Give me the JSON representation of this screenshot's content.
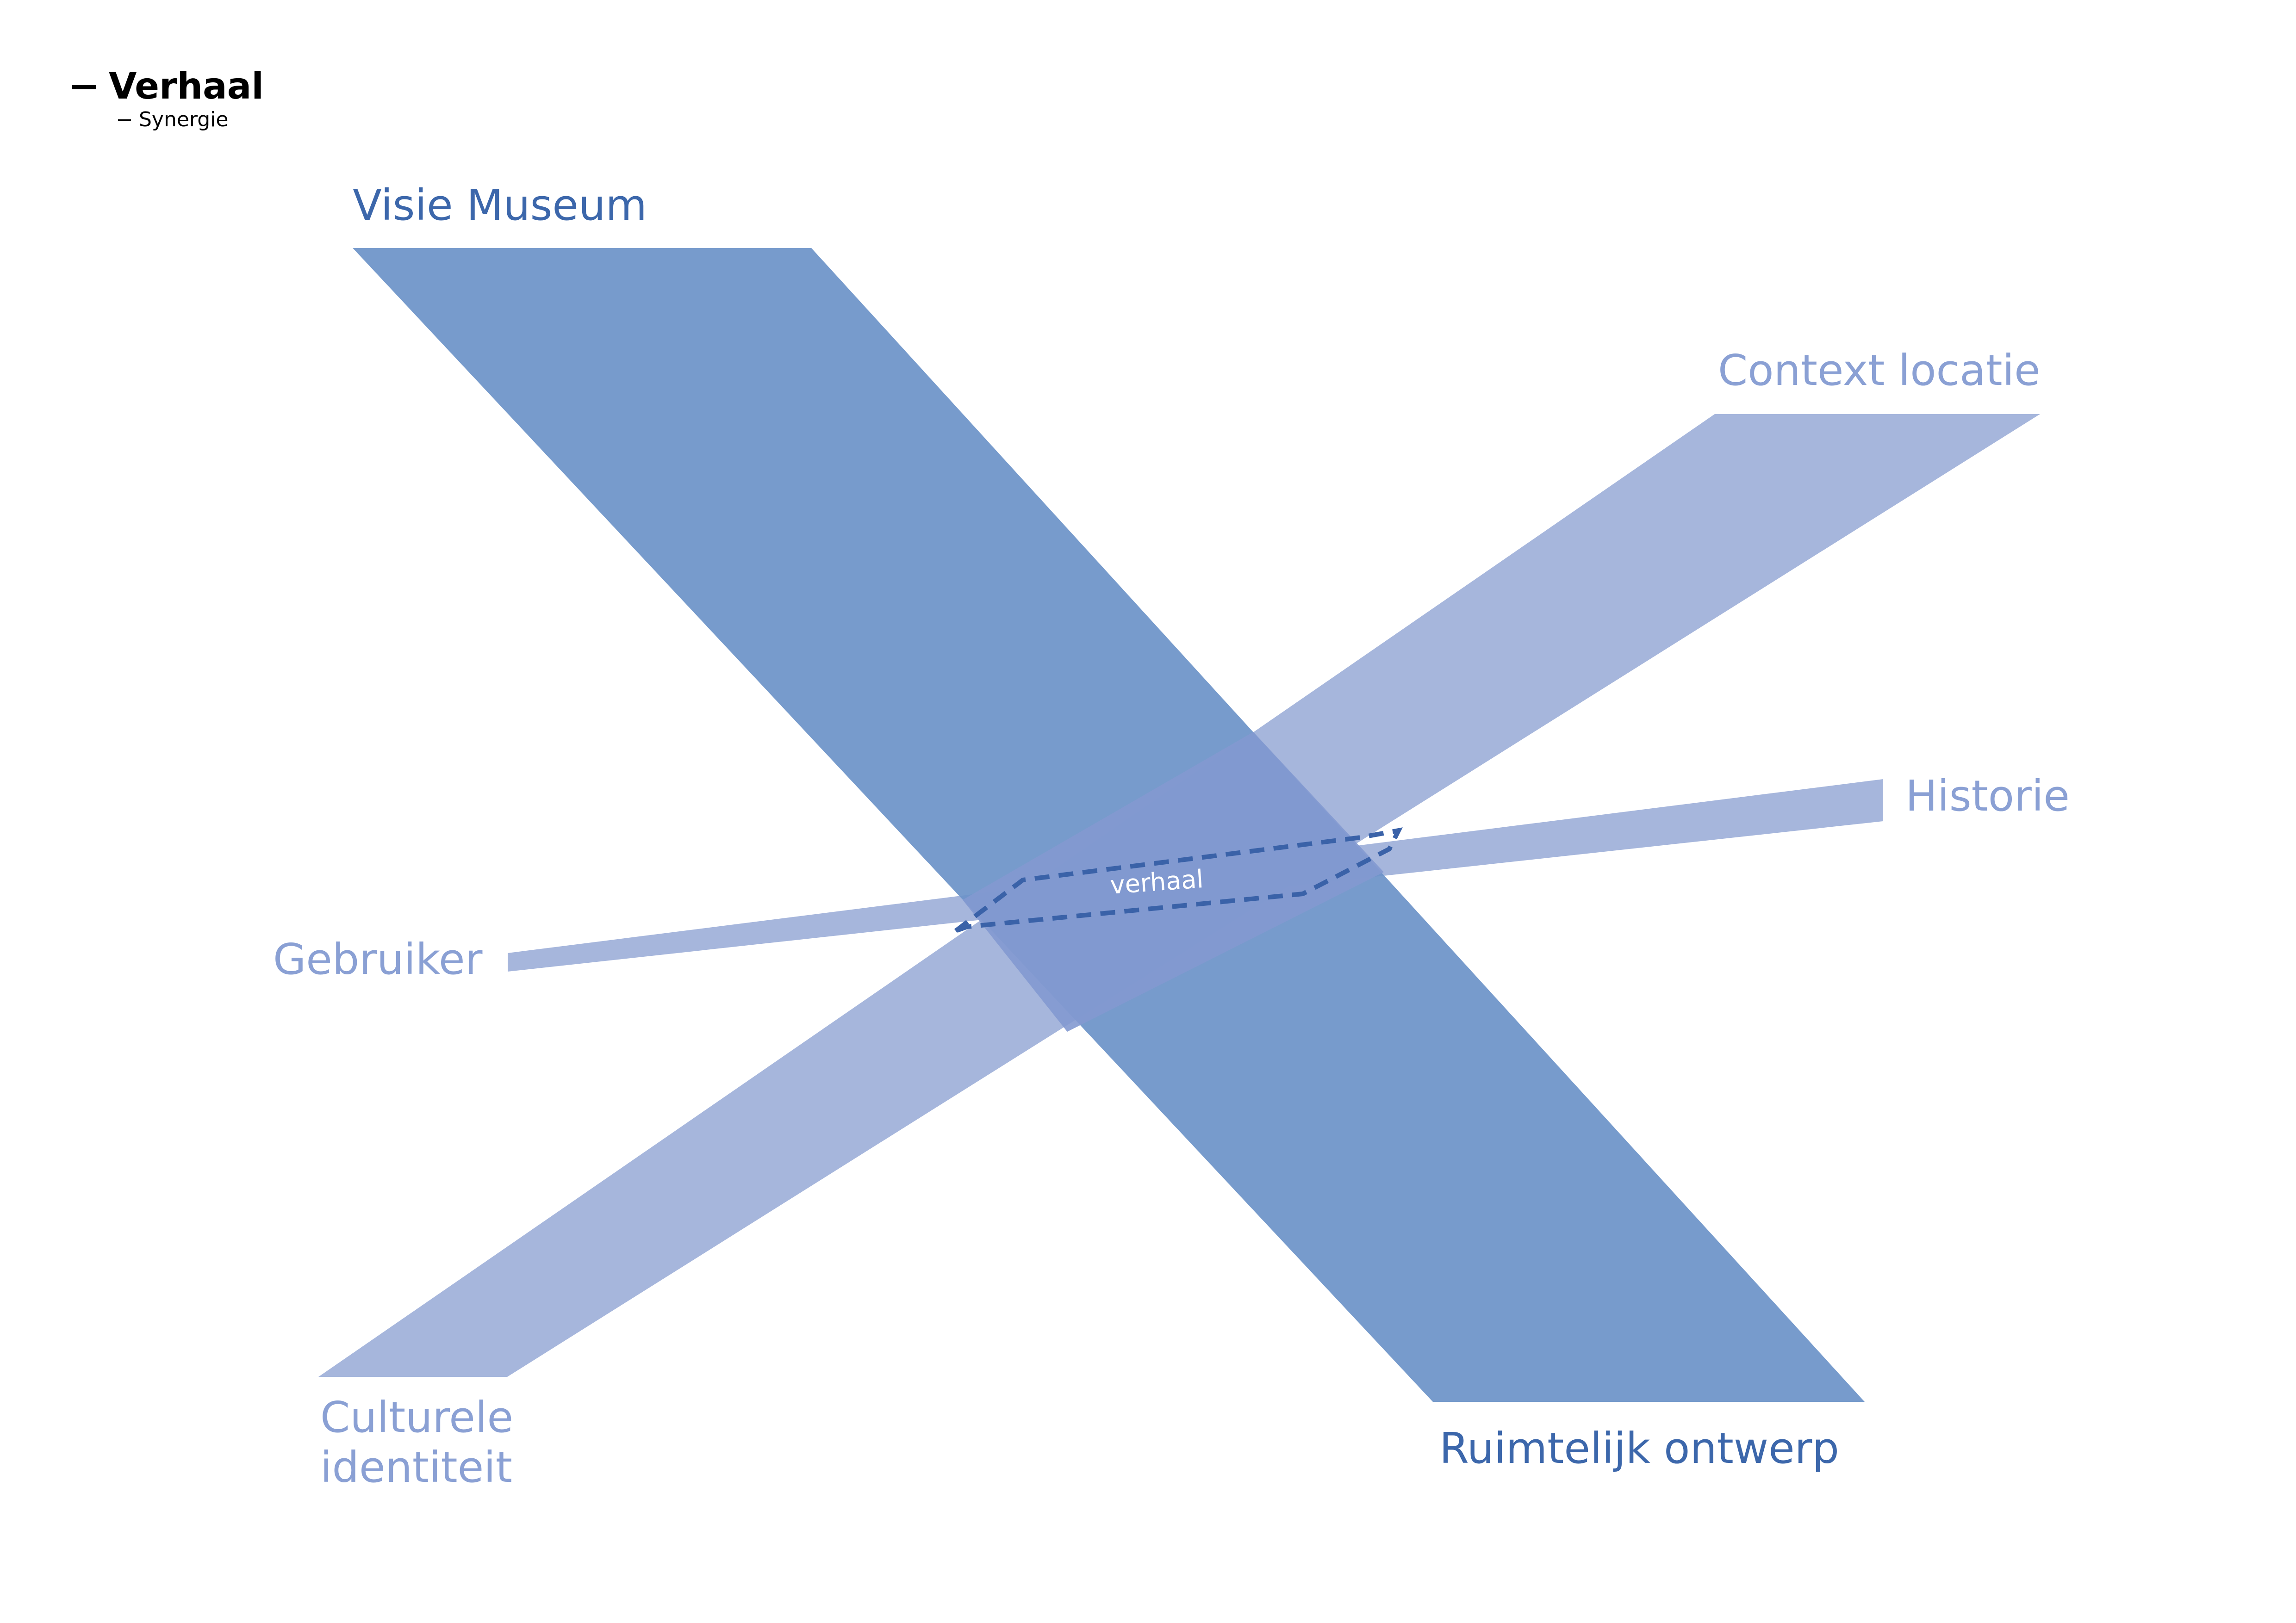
{
  "header": {
    "title": "Verhaal",
    "subtitle": "Synergie"
  },
  "colors": {
    "primary": "#6b93c8",
    "secondary": "#a6b6dc",
    "overlap": "#8399d0",
    "label_primary": "#3c67ab",
    "label_secondary": "#8aa0d4",
    "dash": "#3a62a8",
    "header": "#000000"
  },
  "diagram": {
    "bands": [
      {
        "name": "Visie Museum",
        "to": "Ruimtelijk ontwerp"
      },
      {
        "name": "Culturele identiteit",
        "to": "Context locatie"
      },
      {
        "name": "Gebruiker",
        "to": "Historie"
      }
    ],
    "labels": {
      "visie_museum": "Visie Museum",
      "context_locatie": "Context locatie",
      "historie": "Historie",
      "gebruiker": "Gebruiker",
      "culturele_line1": "Culturele",
      "culturele_line2": "identiteit",
      "ruimtelijk_ontwerp": "Ruimtelijk ontwerp",
      "intersection": "verhaal"
    }
  }
}
